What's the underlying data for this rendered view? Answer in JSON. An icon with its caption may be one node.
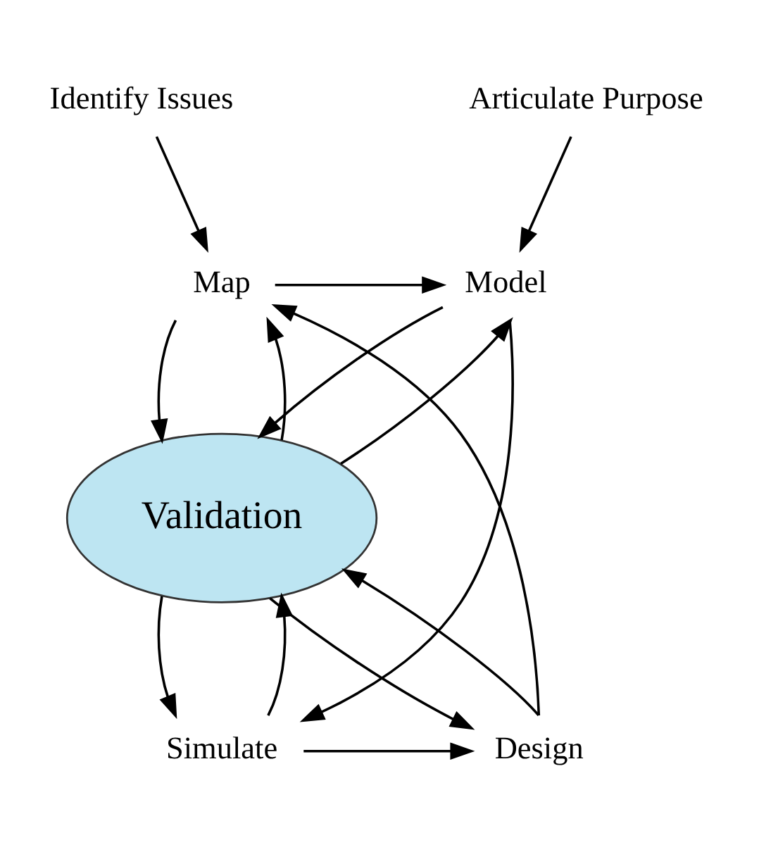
{
  "diagram": {
    "nodes": [
      {
        "text": [
          "Identify Issues"
        ]
      },
      {
        "text": [
          "Articulate Purpose"
        ]
      },
      {
        "text": [
          "Map"
        ]
      },
      {
        "text": [
          "Model"
        ]
      },
      {
        "text": [
          "Validation"
        ]
      },
      {
        "text": [
          "Design"
        ]
      },
      {
        "text": [
          "Simulate"
        ]
      }
    ],
    "edges": [
      {
        "from": 0,
        "to": 2,
        "arrow": "to"
      },
      {
        "from": 1,
        "to": 3,
        "arrow": "to"
      },
      {
        "from": 2,
        "to": 3,
        "arrow": "to"
      },
      {
        "from": 3,
        "to": 6,
        "arrow": "to"
      },
      {
        "from": 6,
        "to": 5,
        "arrow": "to"
      },
      {
        "from": 5,
        "to": 2,
        "arrow": "to"
      },
      {
        "from": 2,
        "to": 4,
        "arrow": "to"
      },
      {
        "from": 4,
        "to": 2,
        "arrow": "to"
      },
      {
        "from": 3,
        "to": 4,
        "arrow": "to"
      },
      {
        "from": 4,
        "to": 3,
        "arrow": "to"
      },
      {
        "from": 6,
        "to": 4,
        "arrow": "to"
      },
      {
        "from": 4,
        "to": 6,
        "arrow": "to"
      },
      {
        "from": 5,
        "to": 4,
        "arrow": "to"
      },
      {
        "from": 4,
        "to": 5,
        "arrow": "to"
      }
    ]
  }
}
